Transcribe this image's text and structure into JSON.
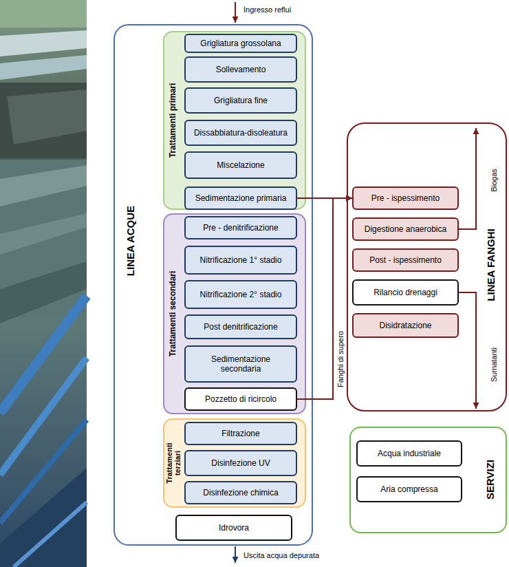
{
  "diagram": {
    "nodes": [
      {
        "text": [
          "LINEA ACQUE"
        ]
      },
      {
        "text": [
          "Trattamenti primari"
        ],
        "in": 0
      },
      {
        "text": [
          "Grigliatura grossolana"
        ],
        "in": 1
      },
      {
        "text": [
          "Sollevamento"
        ],
        "in": 1
      },
      {
        "text": [
          "Grigliatura fine"
        ],
        "in": 1
      },
      {
        "text": [
          "Dissabbiatura-disoleatura"
        ],
        "in": 1
      },
      {
        "text": [
          "Miscelazione"
        ],
        "in": 1
      },
      {
        "text": [
          "Sedimentazione primaria"
        ],
        "in": 1
      },
      {
        "text": [
          "Trattamenti secondari"
        ],
        "in": 0
      },
      {
        "text": [
          "Pre - denitrificazione"
        ],
        "in": 8
      },
      {
        "text": [
          "Nitrificazione 1° stadio"
        ],
        "in": 8
      },
      {
        "text": [
          "Nitrificazione 2° stadio"
        ],
        "in": 8
      },
      {
        "text": [
          "Post denitrificazione"
        ],
        "in": 8
      },
      {
        "text": [
          "Sedimentazione secondaria"
        ],
        "in": 8
      },
      {
        "text": [
          "Pozzetto di ricircolo"
        ],
        "in": 8
      },
      {
        "text": [
          "Trattamenti terziari"
        ],
        "in": 0
      },
      {
        "text": [
          "Filtrazione"
        ],
        "in": 15
      },
      {
        "text": [
          "Disinfezione UV"
        ],
        "in": 15
      },
      {
        "text": [
          "Disinfezione chimica"
        ],
        "in": 15
      },
      {
        "text": [
          "Idrovora"
        ],
        "in": 0
      },
      {
        "text": [
          "LINEA FANGHI"
        ]
      },
      {
        "text": [
          "Pre - ispessimento"
        ],
        "in": 20
      },
      {
        "text": [
          "Digestione anaerobica"
        ],
        "in": 20
      },
      {
        "text": [
          "Post - ispessimento"
        ],
        "in": 20
      },
      {
        "text": [
          "Rilancio drenaggi"
        ],
        "in": 20
      },
      {
        "text": [
          "Disidratazione"
        ],
        "in": 20
      },
      {
        "text": [
          "SERVIZI"
        ]
      },
      {
        "text": [
          "Acqua industriale"
        ],
        "in": 26
      },
      {
        "text": [
          "Aria compressa"
        ],
        "in": 26
      }
    ],
    "edges": [
      {
        "from": 7,
        "to": 21,
        "arrow": "to"
      },
      {
        "from": 14,
        "to": 21,
        "label": "Fanghi di supero",
        "arrow": "to"
      }
    ],
    "labels": [
      "Ingresso reflui",
      "Uscita acqua depurata",
      "Biogas",
      "Surnatanti"
    ]
  }
}
